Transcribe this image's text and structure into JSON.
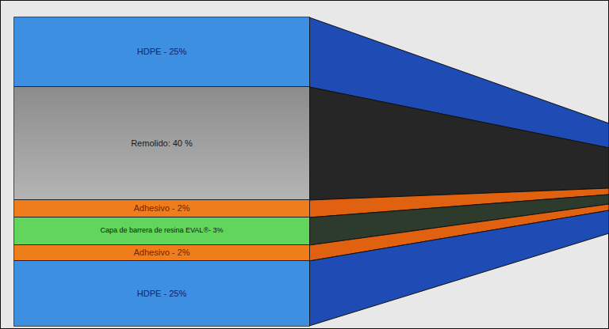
{
  "diagram": {
    "nodes": [
      {
        "text": [
          "HDPE - 25%"
        ]
      },
      {
        "text": [
          "Remolido: 40 %"
        ]
      },
      {
        "text": [
          "Adhesivo - 2%"
        ]
      },
      {
        "text": [
          "Capa de barrera de resina EVAL®- 3%"
        ]
      },
      {
        "text": [
          "Adhesivo - 2%"
        ]
      },
      {
        "text": [
          "HDPE - 25%"
        ]
      }
    ]
  }
}
